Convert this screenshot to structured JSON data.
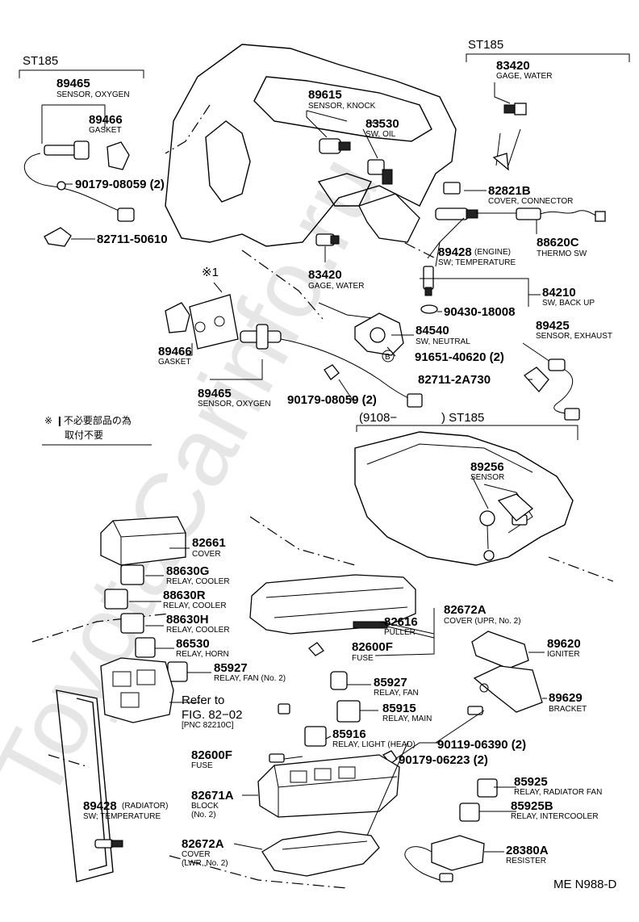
{
  "watermark": "ToyotaCarinfo.ru",
  "groups": {
    "st185_left": "ST185",
    "st185_right": "ST185",
    "st185_sensor_prefix": "(9108−",
    "st185_sensor_suffix": ") ST185"
  },
  "note": {
    "marker": "※1",
    "line1": "※ ❙不必要部品の為",
    "line2": "取付不要"
  },
  "reference": {
    "line1": "Refer to",
    "line2": "FIG. 82−02",
    "line3": "[PNC 82210C]"
  },
  "figure_code": "ME N988-D",
  "parts": [
    {
      "number": "89465",
      "name": "SENSOR, OXYGEN"
    },
    {
      "number": "89466",
      "name": "GASKET"
    },
    {
      "number": "90179-08059 (2)",
      "name": ""
    },
    {
      "number": "82711-50610",
      "name": ""
    },
    {
      "number": "89615",
      "name": "SENSOR, KNOCK"
    },
    {
      "number": "83530",
      "name": "SW, OIL"
    },
    {
      "number": "83420",
      "name": "GAGE, WATER"
    },
    {
      "number": "82821B",
      "name": "COVER, CONNECTOR"
    },
    {
      "number": "88620C",
      "name": "THERMO SW"
    },
    {
      "number": "89428",
      "tag": "(ENGINE)",
      "name": "SW; TEMPERATURE"
    },
    {
      "number": "83420",
      "name": "GAGE, WATER"
    },
    {
      "number": "84210",
      "name": "SW, BACK UP"
    },
    {
      "number": "90430-18008",
      "name": ""
    },
    {
      "number": "89425",
      "name": "SENSOR, EXHAUST"
    },
    {
      "number": "84540",
      "name": "SW, NEUTRAL"
    },
    {
      "number": "91651-40620 (2)",
      "name": "",
      "callout": "B"
    },
    {
      "number": "82711-2A730",
      "name": ""
    },
    {
      "number": "89466",
      "name": "GASKET"
    },
    {
      "number": "89465",
      "name": "SENSOR, OXYGEN"
    },
    {
      "number": "90179-08059 (2)",
      "name": ""
    },
    {
      "number": "89256",
      "name": "SENSOR"
    },
    {
      "number": "82661",
      "name": "COVER"
    },
    {
      "number": "88630G",
      "name": "RELAY, COOLER"
    },
    {
      "number": "88630R",
      "name": "RELAY, COOLER"
    },
    {
      "number": "88630H",
      "name": "RELAY, COOLER"
    },
    {
      "number": "86530",
      "name": "RELAY, HORN"
    },
    {
      "number": "85927",
      "name": "RELAY, FAN (No. 2)"
    },
    {
      "number": "82672A",
      "name": "COVER (UPR, No. 2)"
    },
    {
      "number": "82616",
      "name": "PULLER"
    },
    {
      "number": "82600F",
      "name": "FUSE"
    },
    {
      "number": "89620",
      "name": "IGNITER"
    },
    {
      "number": "85927",
      "name": "RELAY, FAN"
    },
    {
      "number": "85915",
      "name": "RELAY, MAIN"
    },
    {
      "number": "89629",
      "name": "BRACKET"
    },
    {
      "number": "85916",
      "name": "RELAY, LIGHT (HEAD)"
    },
    {
      "number": "90119-06390 (2)",
      "name": ""
    },
    {
      "number": "90179-06223 (2)",
      "name": ""
    },
    {
      "number": "82600F",
      "name": "FUSE"
    },
    {
      "number": "82671A",
      "name": "BLOCK",
      "name2": "(No. 2)"
    },
    {
      "number": "85925",
      "name": "RELAY, RADIATOR FAN"
    },
    {
      "number": "85925B",
      "name": "RELAY, INTERCOOLER"
    },
    {
      "number": "89428",
      "tag": "(RADIATOR)",
      "name": "SW; TEMPERATURE"
    },
    {
      "number": "82672A",
      "name": "COVER",
      "name2": "(LWR, No. 2)"
    },
    {
      "number": "28380A",
      "name": "RESISTER"
    }
  ]
}
